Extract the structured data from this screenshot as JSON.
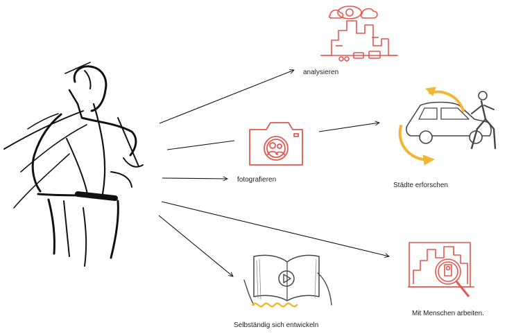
{
  "labels": {
    "analyze": "analysieren",
    "photograph": "fotografieren",
    "explore_cities": "Städte erforschen",
    "self_develop": "Selbständig sich entwickeln",
    "work_with_people": "Mit Menschen arbeiten."
  },
  "colors": {
    "accent_red": "#e4574f",
    "accent_yellow": "#f2b632",
    "ink": "#111111"
  },
  "icons": [
    "man-sketch",
    "city-eye-icon",
    "camera-icon",
    "car-runner-icon",
    "book-play-icon",
    "magnifier-building-icon"
  ]
}
